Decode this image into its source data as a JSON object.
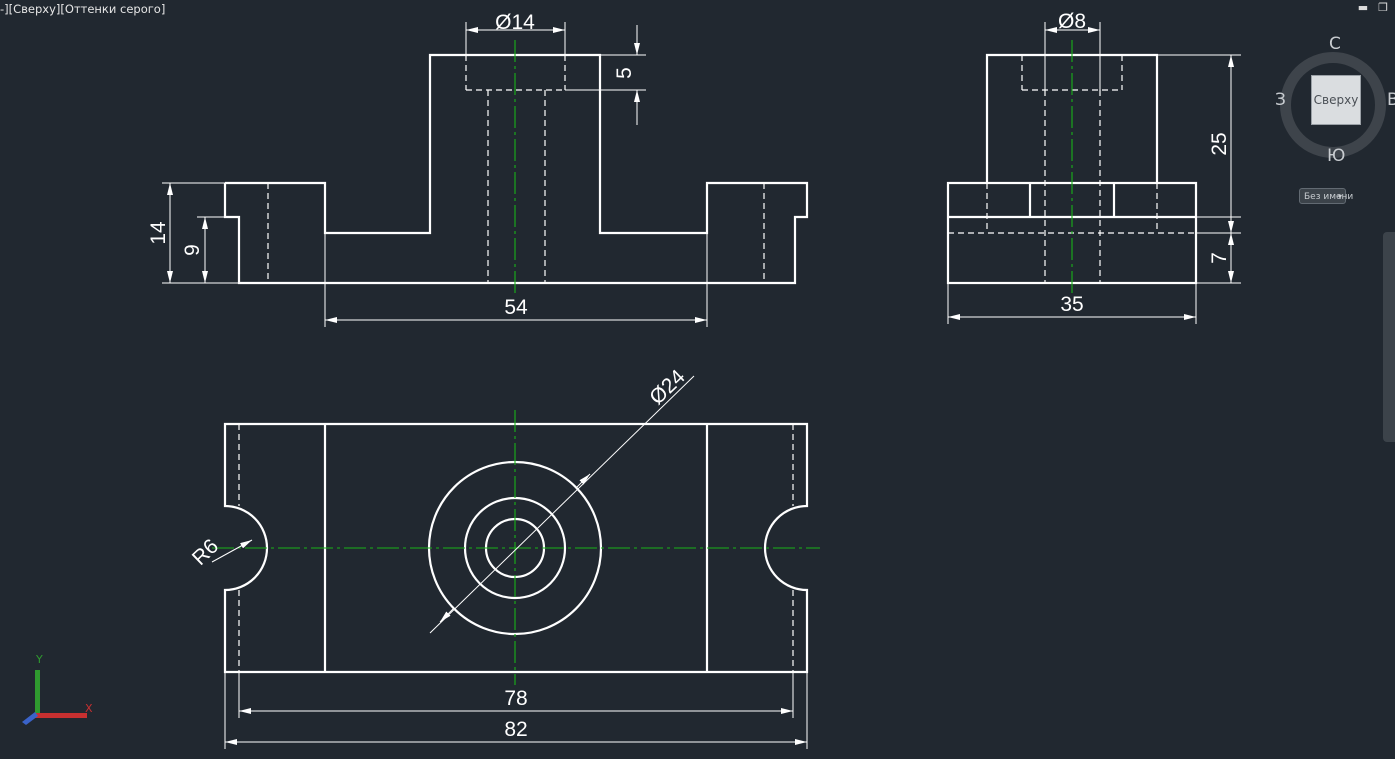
{
  "viewport": {
    "label": "-][Сверху][Оттенки серого]"
  },
  "window_controls": {
    "minimize": "▬",
    "restore": "❐"
  },
  "viewcube": {
    "top_face": "Сверху",
    "north": "С",
    "south": "Ю",
    "west": "З",
    "east": "В"
  },
  "wcs_menu": {
    "label": "Без имени"
  },
  "ucs": {
    "x": "X",
    "y": "Y"
  },
  "dimensions": {
    "front_hole": "Ø14",
    "front_counterbore_depth": "5",
    "front_total_height": "14",
    "front_step_height": "9",
    "front_inner_width": "54",
    "side_hole": "Ø8",
    "side_boss_height": "25",
    "side_base_height": "7",
    "side_width": "35",
    "top_boss_dia": "Ø24",
    "top_slot_radius": "R6",
    "top_inner_width": "78",
    "top_total_width": "82"
  },
  "colors": {
    "background": "#212830",
    "geometry": "#ffffff",
    "centerline": "#19b219",
    "ucs_x": "#c73030",
    "ucs_y": "#2f9a2f"
  }
}
